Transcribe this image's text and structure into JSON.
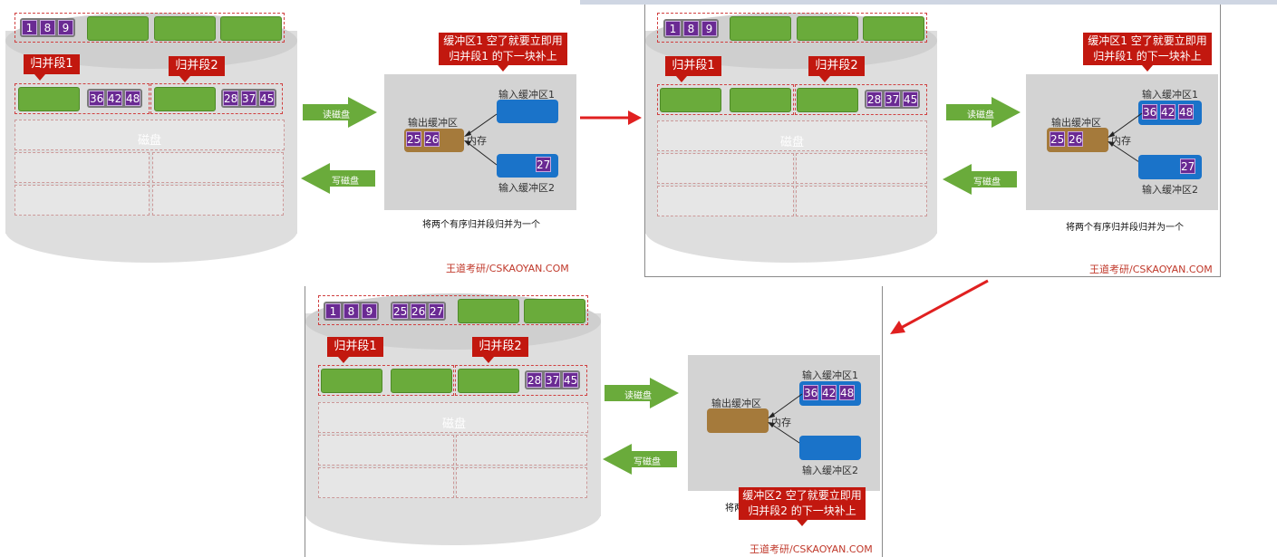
{
  "labels": {
    "seg1": "归并段1",
    "seg2": "归并段2",
    "disk": "磁盘",
    "read": "读磁盘",
    "write": "写磁盘",
    "output_buffer": "输出缓冲区",
    "memory": "内存",
    "input_buffer_1": "输入缓冲区1",
    "input_buffer_2": "输入缓冲区2",
    "merge_caption": "将两个有序归并段归并为一个",
    "merge_caption_partial": "将两",
    "footer": "王道考研/CSKAOYAN.COM"
  },
  "callouts": {
    "buffer1_empty_line1": "缓冲区1 空了就要立即用",
    "buffer1_empty_line2": "归并段1 的下一块补上",
    "buffer2_empty_line1": "缓冲区2 空了就要立即用",
    "buffer2_empty_line2": "归并段2 的下一块补上"
  },
  "panels": [
    {
      "output_on_disk": [
        "1",
        "8",
        "9"
      ],
      "seg1_block": [
        "36",
        "42",
        "48"
      ],
      "seg2_block": [
        "28",
        "37",
        "45"
      ],
      "input_buffer_1": [],
      "input_buffer_2": [
        "27"
      ],
      "output_buffer": [
        "25",
        "26"
      ]
    },
    {
      "output_on_disk": [
        "1",
        "8",
        "9"
      ],
      "seg2_block": [
        "28",
        "37",
        "45"
      ],
      "input_buffer_1": [
        "36",
        "42",
        "48"
      ],
      "input_buffer_2": [
        "27"
      ],
      "output_buffer": [
        "25",
        "26"
      ]
    },
    {
      "output_on_disk": [
        "1",
        "8",
        "9"
      ],
      "output_on_disk_2": [
        "25",
        "26",
        "27"
      ],
      "seg2_block": [
        "28",
        "37",
        "45"
      ],
      "input_buffer_1": [
        "36",
        "42",
        "48"
      ],
      "input_buffer_2": [],
      "output_buffer": []
    }
  ],
  "colors": {
    "green_block": "#6aab3b",
    "purple_number": "#6a2a93",
    "red_callout": "#c2180f",
    "blue_buffer": "#1a73c9",
    "brown_buffer": "#a57a3b",
    "disk_gray": "#dedede"
  }
}
